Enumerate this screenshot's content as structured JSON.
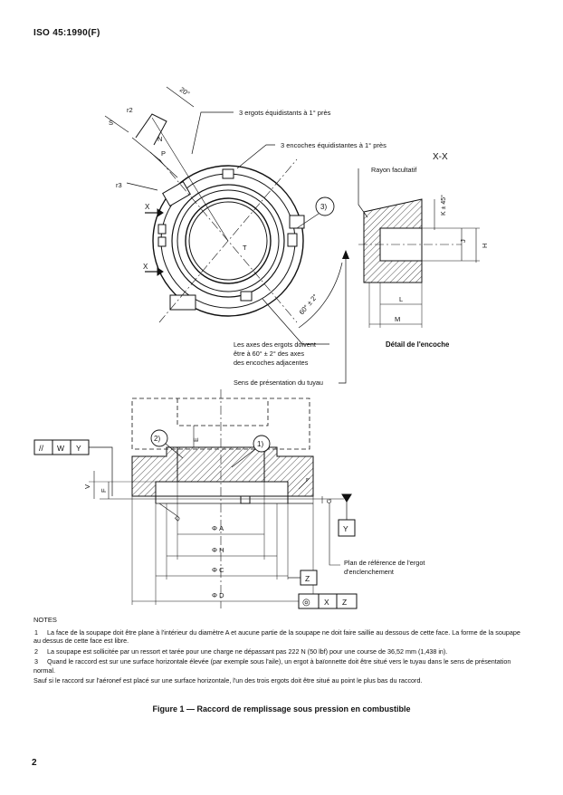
{
  "header": {
    "standard_ref": "ISO 45:1990(F)"
  },
  "figure": {
    "top_view": {
      "label_ergots": "3 ergots équidistants à 1° près",
      "label_encoches": "3 encoches équidistantes à 1° près",
      "callout_3": "3)",
      "angle_20": "20°",
      "dim_r2": "r2",
      "dim_S": "S",
      "dim_N": "N",
      "dim_P": "P",
      "dim_r3": "r3",
      "dim_T": "T",
      "section_mark_x": "X",
      "angle_60": "60° ± 2°",
      "axes_note_line1": "Les axes des ergots doivent",
      "axes_note_line2": "être à 60° ± 2° des axes",
      "axes_note_line3": "des encoches adjacentes",
      "presentation_label": "Sens de présentation du tuyau"
    },
    "detail": {
      "section_title": "X-X",
      "rayon_label": "Rayon facultatif",
      "dim_K": "K ± 45°",
      "dim_J": "J",
      "dim_H": "H",
      "dim_L": "L",
      "dim_M": "M",
      "title": "Détail de l'encoche"
    },
    "side_view": {
      "frame_symbol": "//",
      "frame_datum_w": "W",
      "frame_datum_y": "Y",
      "callout_2": "2)",
      "callout_1": "1)",
      "dim_E": "E",
      "dim_V": "V",
      "dim_F": "F",
      "dim_D_small": "D",
      "dim_G": "G",
      "dim_r": "r",
      "datum_Y": "Y",
      "dia_A": "Φ A",
      "dia_H": "Φ H",
      "dia_C": "Φ C",
      "dia_D": "Φ D",
      "datum_Z": "Z",
      "position_symbol": "◎",
      "frame_datum_x": "X",
      "frame_datum_z": "Z",
      "plan_label_line1": "Plan de référence de l'ergot",
      "plan_label_line2": "d'enclenchement"
    }
  },
  "notes": {
    "title": "NOTES",
    "items": [
      {
        "num": "1",
        "text": "La face de la soupape doit être plane à l'intérieur du diamètre A et aucune partie de la soupape ne doit faire saillie au dessous de cette face. La forme de la soupape au dessus de cette face est libre."
      },
      {
        "num": "2",
        "text": "La soupape est sollicitée par un ressort et tarée pour une charge ne dépassant pas 222 N (50 lbf) pour une course de 36,52 mm (1,438 in)."
      },
      {
        "num": "3",
        "text": "Quand le raccord est sur une surface horizontale élevée (par exemple sous l'aile), un ergot à baïonnette doit être situé vers le tuyau dans le sens de présentation normal."
      },
      {
        "num": "",
        "text": "Sauf si le raccord sur l'aéronef est placé sur une surface horizontale, l'un des trois ergots doit être situé au point le plus bas du raccord."
      }
    ]
  },
  "caption": "Figure 1 — Raccord de remplissage sous pression en combustible",
  "page_number": "2"
}
